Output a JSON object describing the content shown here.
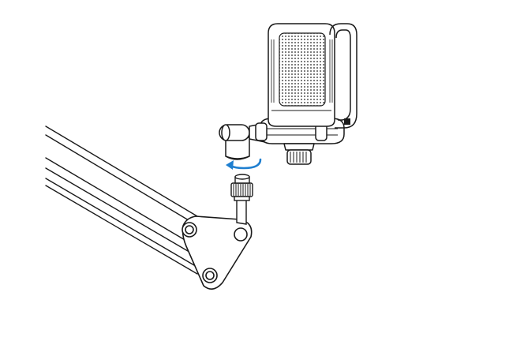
{
  "figure": {
    "kind": "assembly illustration",
    "parts": [
      "boom-arm",
      "arm-joint-plate",
      "threaded-mount-stud",
      "mic-mount-socket",
      "shock-mount-ring",
      "condenser-microphone",
      "rotation-arrow"
    ],
    "colors": {
      "line": "#1a1a1a",
      "fill": "#ffffff",
      "arrow": "#1f7fd0"
    },
    "arrow_direction": "counter-clockwise"
  }
}
